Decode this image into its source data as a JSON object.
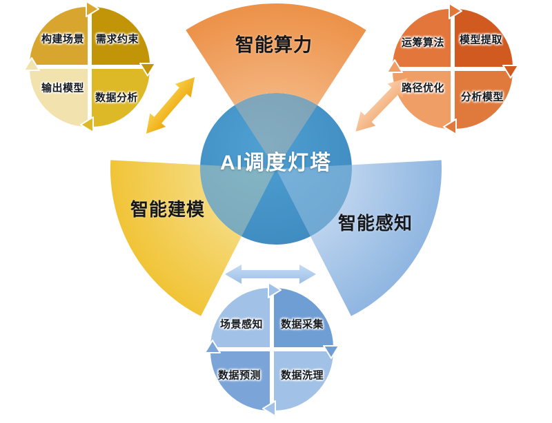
{
  "center": {
    "label": "AI调度灯塔",
    "color": "#4191C5"
  },
  "sectors": {
    "top": {
      "label": "智能算力",
      "color": "#EC9148"
    },
    "left": {
      "label": "智能建模",
      "color": "#F1C437"
    },
    "right": {
      "label": "智能感知",
      "color": "#8FB6E1"
    }
  },
  "satellites": {
    "top_left": {
      "quadrants": [
        "构建场景",
        "需求约束",
        "输出模型",
        "数据分析"
      ],
      "colors": [
        "#D8A62F",
        "#C29408",
        "#F1E2AE",
        "#DDB827"
      ]
    },
    "top_right": {
      "quadrants": [
        "运筹算法",
        "模型提取",
        "路径优化",
        "分析模型"
      ],
      "colors": [
        "#E2763B",
        "#D05A20",
        "#EF9E66",
        "#E07A3C"
      ]
    },
    "bottom": {
      "quadrants": [
        "场景感知",
        "数据采集",
        "数据预测",
        "数据洗理"
      ],
      "colors": [
        "#A2C1E6",
        "#6F9ED5",
        "#7BA5D8",
        "#A2C1E6"
      ]
    }
  },
  "arrows": {
    "yellow": "#F2B81F",
    "peach": "#F5BD92",
    "blue": "#AACBED"
  }
}
